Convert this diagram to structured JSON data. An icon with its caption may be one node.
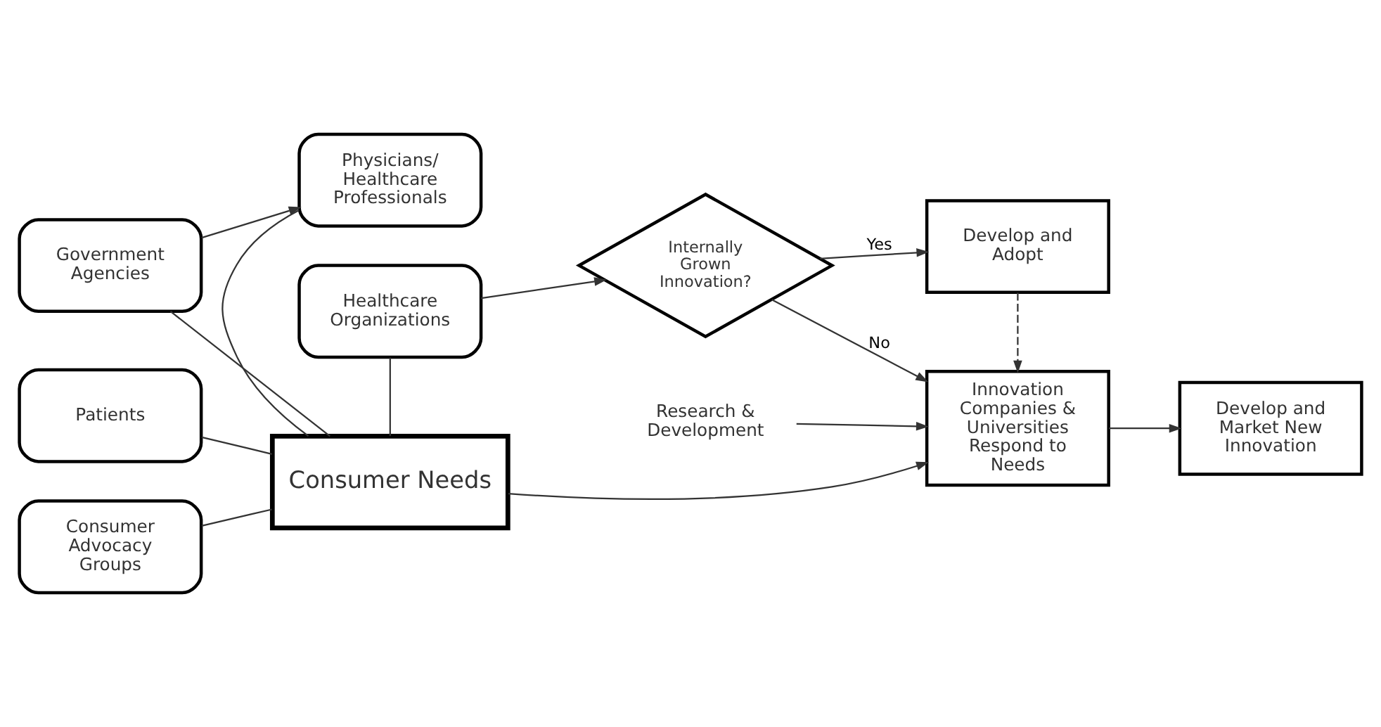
{
  "diagram": {
    "nodes": [
      {
        "text": [
          "Government Agencies"
        ]
      },
      {
        "text": [
          "Physicians/ Healthcare Professionals"
        ]
      },
      {
        "text": [
          "Research & Development"
        ]
      },
      {
        "text": [
          "Patients"
        ]
      },
      {
        "text": [
          "Consumer Needs"
        ]
      },
      {
        "text": [
          "Innovation Companies & Universities Respond to Needs"
        ]
      },
      {
        "text": [
          "Develop and Market New Innovation"
        ]
      },
      {
        "text": [
          "Consumer Advocacy Groups"
        ]
      },
      {
        "text": [
          "Healthcare Organizations"
        ]
      },
      {
        "text": [
          "Internally Grown Innovation?"
        ]
      },
      {
        "text": [
          "Develop and Adopt"
        ]
      }
    ],
    "edges": [
      {
        "from": 0,
        "to": 1,
        "arrow": "to"
      },
      {
        "from": 0,
        "to": 4,
        "arrow": "none"
      },
      {
        "from": 1,
        "to": 4,
        "arrow": "none"
      },
      {
        "from": 3,
        "to": 4,
        "arrow": "none"
      },
      {
        "from": 7,
        "to": 4,
        "arrow": "none"
      },
      {
        "from": 8,
        "to": 4,
        "arrow": "none"
      },
      {
        "from": 4,
        "to": 5,
        "arrow": "to"
      },
      {
        "from": 2,
        "to": 5,
        "arrow": "to"
      },
      {
        "from": 5,
        "to": 6,
        "arrow": "to"
      },
      {
        "from": 8,
        "to": 9,
        "arrow": "to"
      },
      {
        "from": 9,
        "to": 5,
        "label": "No",
        "arrow": "to"
      },
      {
        "from": 9,
        "to": 10,
        "label": "Yes",
        "arrow": "to"
      },
      {
        "from": 10,
        "to": 5,
        "arrow": "to",
        "style": "dashed"
      }
    ]
  }
}
